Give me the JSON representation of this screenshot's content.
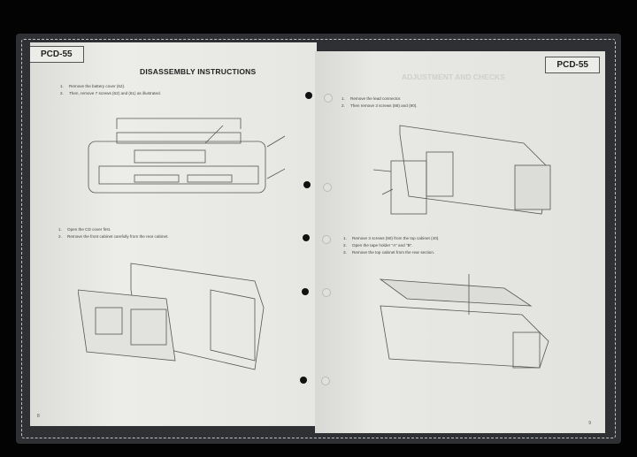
{
  "left_page": {
    "model": "PCD-55",
    "title": "DISASSEMBLY INSTRUCTIONS",
    "steps_a": [
      {
        "n": "1.",
        "text": "Remove the battery cover (62)."
      },
      {
        "n": "2.",
        "text": "Then, remove 7 screws (62) and (61) as illustrated."
      }
    ],
    "steps_b": [
      {
        "n": "1.",
        "text": "Open the CD cover first."
      },
      {
        "n": "2.",
        "text": "Remove the front cabinet carefully from the rear cabinet."
      }
    ],
    "page_number": "8"
  },
  "right_page": {
    "model": "PCD-55",
    "ghost_title": "ADJUSTMENT AND CHECKS",
    "steps_a": [
      {
        "n": "1.",
        "text": "Remove the lead connector."
      },
      {
        "n": "2.",
        "text": "Then remove 3 screws (88) and (90)."
      }
    ],
    "steps_b": [
      {
        "n": "1.",
        "text": "Remove 3 screws (90) from the top cabinet (40)."
      },
      {
        "n": "2.",
        "text": "Open the tape holder \"A\" and \"B\"."
      },
      {
        "n": "3.",
        "text": "Remove the top cabinet from the rear section."
      }
    ],
    "page_number": "9"
  },
  "colors": {
    "background": "#030303",
    "binder": "#2e3034",
    "paper": "#e9e9e6"
  }
}
